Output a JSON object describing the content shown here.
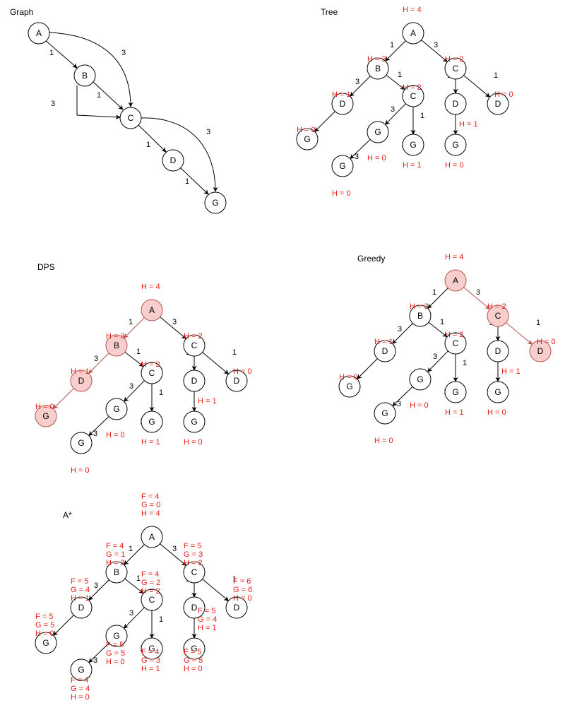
{
  "colors": {
    "node_fill": "#ffffff",
    "node_stroke": "#000000",
    "highlight_fill": "#f8cecc",
    "highlight_stroke": "#b85450",
    "edge": "#000000",
    "highlight_edge": "#b85450",
    "heuristic_text": "#e8201a"
  },
  "titles": {
    "graph": "Graph",
    "tree": "Tree",
    "dps": "DPS",
    "greedy": "Greedy",
    "astar": "A*"
  },
  "graph": {
    "nodes": [
      "A",
      "B",
      "C",
      "D",
      "G"
    ],
    "weights": [
      "1",
      "3",
      "1",
      "3",
      "1",
      "3",
      "1"
    ]
  },
  "tree": {
    "nodes": [
      "A",
      "B",
      "C",
      "D",
      "C",
      "D",
      "G",
      "G",
      "D",
      "G",
      "G",
      "G"
    ],
    "weights": [
      "1",
      "3",
      "3",
      "1",
      "1",
      "3",
      "1",
      "1",
      "3",
      "1"
    ],
    "labels": [
      "H = 4",
      "H = 3",
      "H = 2",
      "H = 1",
      "H = 2",
      "H = 0",
      "H = 0",
      "H = 1",
      "H = 1",
      "H = 0",
      "H = 0",
      "H = 0"
    ]
  },
  "dps": {
    "nodes": [
      "A",
      "B",
      "C",
      "D",
      "C",
      "D",
      "G",
      "G",
      "D",
      "G",
      "G",
      "G"
    ],
    "weights": [
      "1",
      "3",
      "3",
      "1",
      "1",
      "3",
      "1",
      "1",
      "3",
      "1"
    ],
    "labels": [
      "H = 4",
      "H = 3",
      "H = 2",
      "H = 1",
      "H = 2",
      "H = 0",
      "H = 0",
      "H = 1",
      "H = 1",
      "H = 0",
      "H = 0",
      "H = 0"
    ]
  },
  "greedy": {
    "nodes": [
      "A",
      "B",
      "C",
      "D",
      "C",
      "D",
      "G",
      "G",
      "D",
      "G",
      "G",
      "G"
    ],
    "weights": [
      "1",
      "3",
      "3",
      "1",
      "1",
      "3",
      "1",
      "1",
      "3",
      "1"
    ],
    "labels": [
      "H = 4",
      "H = 3",
      "H = 2",
      "H = 1",
      "H = 2",
      "H = 0",
      "H = 0",
      "H = 1",
      "H = 1",
      "H = 0",
      "H = 0",
      "H = 0"
    ]
  },
  "astar": {
    "nodes": [
      "A",
      "B",
      "C",
      "D",
      "C",
      "D",
      "G",
      "G",
      "D",
      "G",
      "G",
      "G"
    ],
    "weights": [
      "1",
      "3",
      "3",
      "1",
      "1",
      "3",
      "1",
      "1",
      "3",
      "1"
    ],
    "labels": [
      [
        "F = 4",
        "G = 0",
        "H = 4"
      ],
      [
        "F = 4",
        "G = 1",
        "H = 3"
      ],
      [
        "F = 5",
        "G = 3",
        "H = 2"
      ],
      [
        "F = 5",
        "G = 4",
        "H = 1"
      ],
      [
        "F = 4",
        "G = 2",
        "H = 2"
      ],
      [
        "F = 6",
        "G = 6",
        "H = 0"
      ],
      [
        "F = 5",
        "G = 5",
        "H = 0"
      ],
      [
        "F = 4",
        "G = 3",
        "H = 1"
      ],
      [
        "F = 5",
        "G = 4",
        "H = 1"
      ],
      [
        "F = 5",
        "G = 5",
        "H = 0"
      ],
      [
        "F = 5",
        "G = 5",
        "H = 0"
      ],
      [
        "F = 4",
        "G = 4",
        "H = 0"
      ]
    ]
  }
}
